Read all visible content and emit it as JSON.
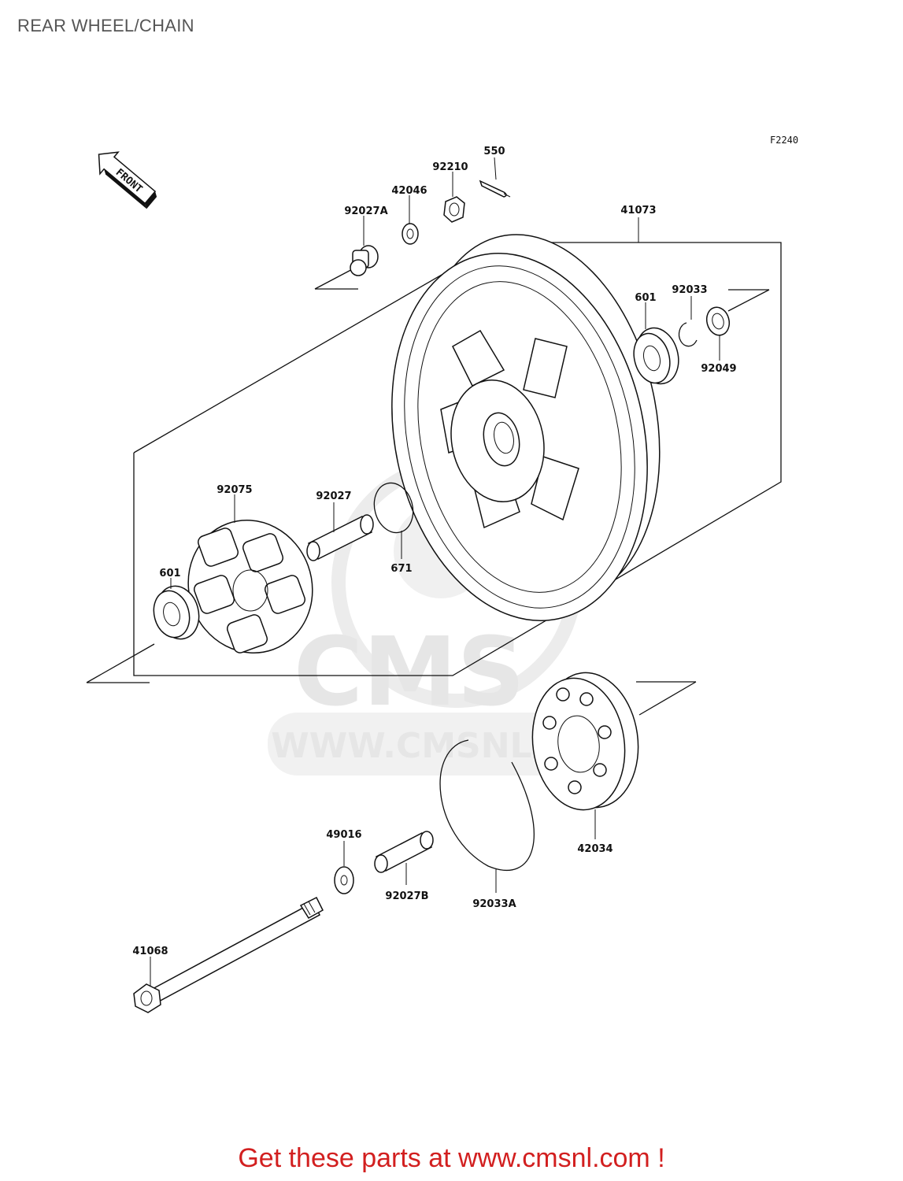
{
  "page": {
    "title": "REAR WHEEL/CHAIN",
    "figure_code": "F2240"
  },
  "orientation": {
    "front_label": "FRONT"
  },
  "watermark": {
    "brand": "CMS",
    "url": "WWW.CMSNL.COM"
  },
  "parts": {
    "p550": "550",
    "p92210": "92210",
    "p42046": "42046",
    "p92027A": "92027A",
    "p41073": "41073",
    "p601_top": "601",
    "p92033": "92033",
    "p92049": "92049",
    "p92075": "92075",
    "p92027": "92027",
    "p671": "671",
    "p601_left": "601",
    "p49016": "49016",
    "p92027B": "92027B",
    "p92033A": "92033A",
    "p42034": "42034",
    "p41068": "41068"
  },
  "footer": {
    "cta": "Get these parts at www.cmsnl.com !"
  }
}
